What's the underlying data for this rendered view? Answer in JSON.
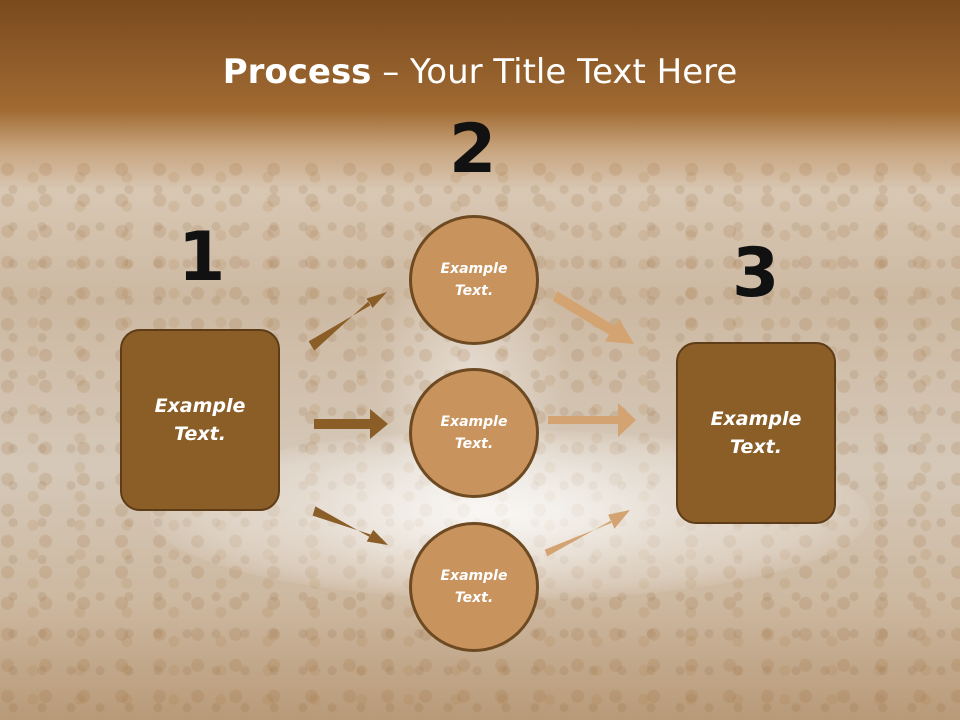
{
  "title": {
    "bold": "Process",
    "rest": " – Your Title Text Here"
  },
  "numbers": {
    "n1": "1",
    "n2": "2",
    "n3": "3"
  },
  "box_left": "Example Text.",
  "box_right": "Example Text.",
  "circles": {
    "top": "Example Text.",
    "middle": "Example Text.",
    "bottom": "Example Text."
  },
  "colors": {
    "box": "#8b5e28",
    "circle": "#c9935e",
    "arrow_dark": "#8b5e28",
    "arrow_light": "#d3a472"
  }
}
